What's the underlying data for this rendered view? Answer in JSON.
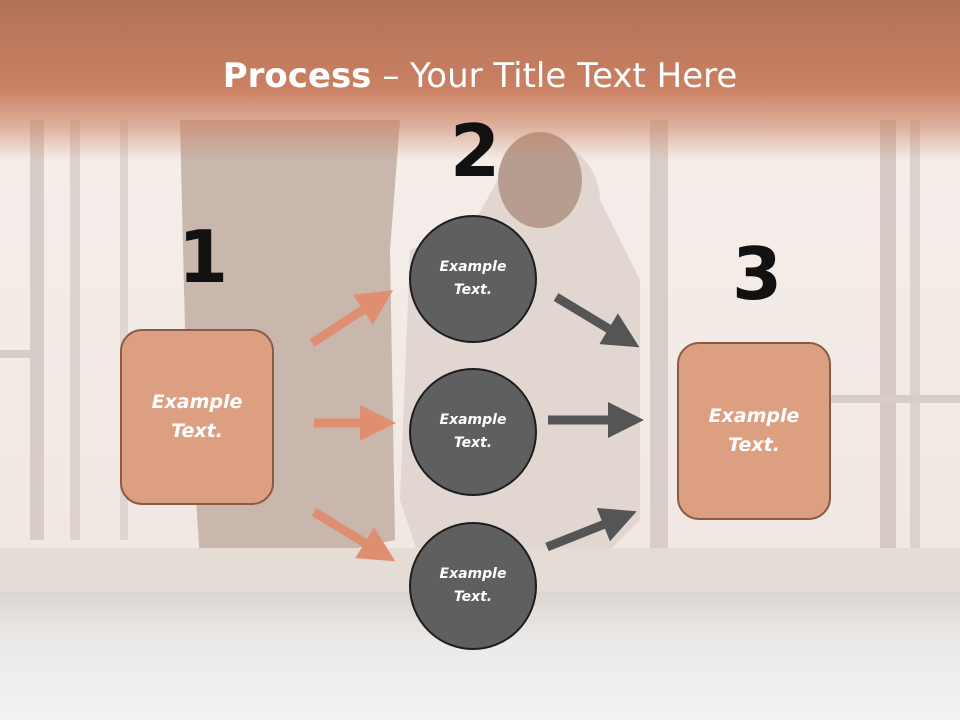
{
  "title": {
    "bold": "Process",
    "rest": " – Your Title Text Here"
  },
  "numbers": [
    "1",
    "2",
    "3"
  ],
  "boxes": {
    "left": [
      "Example",
      "Text."
    ],
    "right": [
      "Example",
      "Text."
    ]
  },
  "circles": [
    [
      "Example",
      "Text."
    ],
    [
      "Example",
      "Text."
    ],
    [
      "Example",
      "Text."
    ]
  ],
  "colors": {
    "box_fill": "#dd9f82",
    "circle_fill": "#5f5f5f",
    "arrow_orange": "#df8e70",
    "arrow_gray": "#555555",
    "title_band": "#c97d60"
  }
}
